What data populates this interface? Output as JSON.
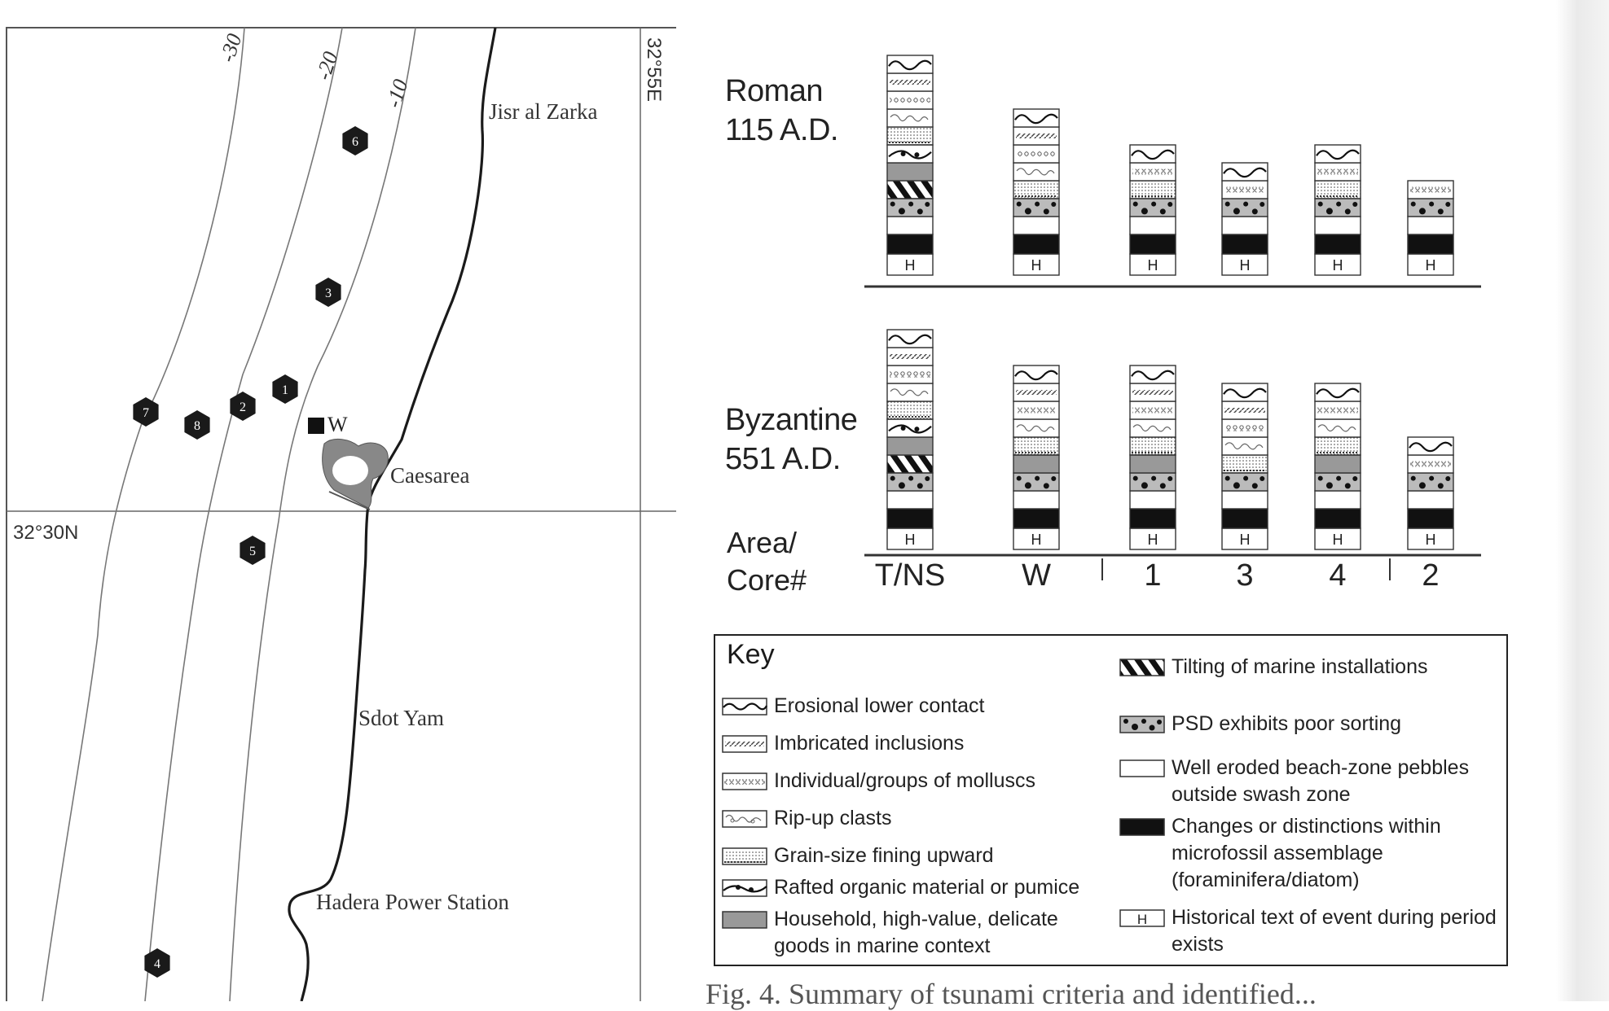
{
  "map": {
    "labels": {
      "lon": "32°55E",
      "lat": "32°30N",
      "contour_30": "-30",
      "contour_20": "-20",
      "contour_10": "-10",
      "jisr": "Jisr al Zarka",
      "caesarea": "Caesarea",
      "sdot": "Sdot Yam",
      "hadera": "Hadera Power Station",
      "w_site": "W"
    },
    "cores": [
      "6",
      "3",
      "1",
      "2",
      "7",
      "8",
      "5",
      "4"
    ]
  },
  "periods": {
    "roman_line1": "Roman",
    "roman_line2": "115 A.D.",
    "byz_line1": "Byzantine",
    "byz_line2": "551 A.D."
  },
  "axis": {
    "line1": "Area/",
    "line2": "Core#",
    "cores": [
      "T/NS",
      "W",
      "1",
      "3",
      "4",
      "2"
    ]
  },
  "hist_marker": "H",
  "columns": {
    "roman": [
      [
        "erosional",
        "imbricated",
        "molluscs",
        "ripup",
        "grainsize",
        "rafted",
        "household",
        "tilting",
        "poorsort",
        "wellpebble",
        "microfossil",
        "historical"
      ],
      [
        "erosional",
        "imbricated",
        "molluscs",
        "ripup",
        "grainsize",
        "poorsort",
        "wellpebble",
        "microfossil",
        "historical"
      ],
      [
        "erosional",
        "molluscs",
        "grainsize",
        "poorsort",
        "wellpebble",
        "microfossil",
        "historical"
      ],
      [
        "erosional",
        "molluscs",
        "poorsort",
        "wellpebble",
        "microfossil",
        "historical"
      ],
      [
        "erosional",
        "molluscs",
        "grainsize",
        "poorsort",
        "wellpebble",
        "microfossil",
        "historical"
      ],
      [
        "molluscs",
        "poorsort",
        "wellpebble",
        "microfossil",
        "historical"
      ]
    ],
    "byzantine": [
      [
        "erosional",
        "imbricated",
        "molluscs",
        "ripup",
        "grainsize",
        "rafted",
        "household",
        "tilting",
        "poorsort",
        "wellpebble",
        "microfossil",
        "historical"
      ],
      [
        "erosional",
        "imbricated",
        "molluscs",
        "ripup",
        "grainsize",
        "household",
        "poorsort",
        "wellpebble",
        "microfossil",
        "historical"
      ],
      [
        "erosional",
        "imbricated",
        "molluscs",
        "ripup",
        "grainsize",
        "household",
        "poorsort",
        "wellpebble",
        "microfossil",
        "historical"
      ],
      [
        "erosional",
        "imbricated",
        "molluscs",
        "ripup",
        "grainsize",
        "poorsort",
        "wellpebble",
        "microfossil",
        "historical"
      ],
      [
        "erosional",
        "molluscs",
        "ripup",
        "grainsize",
        "household",
        "poorsort",
        "wellpebble",
        "microfossil",
        "historical"
      ],
      [
        "erosional",
        "molluscs",
        "poorsort",
        "wellpebble",
        "microfossil",
        "historical"
      ]
    ]
  },
  "key": {
    "title": "Key",
    "left": [
      {
        "id": "erosional",
        "label": "Erosional lower contact"
      },
      {
        "id": "imbricated",
        "label": "Imbricated inclusions"
      },
      {
        "id": "molluscs",
        "label": "Individual/groups of molluscs"
      },
      {
        "id": "ripup",
        "label": "Rip-up clasts"
      },
      {
        "id": "grainsize",
        "label": "Grain-size fining upward"
      },
      {
        "id": "rafted",
        "label": "Rafted organic material or pumice"
      },
      {
        "id": "household",
        "label": "Household, high-value, delicate goods in marine context"
      }
    ],
    "right": [
      {
        "id": "tilting",
        "label": "Tilting of marine installations"
      },
      {
        "id": "poorsort",
        "label": "PSD exhibits poor sorting"
      },
      {
        "id": "wellpebble",
        "label": "Well eroded beach-zone pebbles outside swash zone"
      },
      {
        "id": "microfossil",
        "label": "Changes or distinctions within microfossil assemblage (foraminifera/diatom)"
      },
      {
        "id": "historical",
        "label": "Historical text of event during period exists"
      }
    ]
  },
  "caption": "Fig. 4. Summary of tsunami criteria and identified..."
}
